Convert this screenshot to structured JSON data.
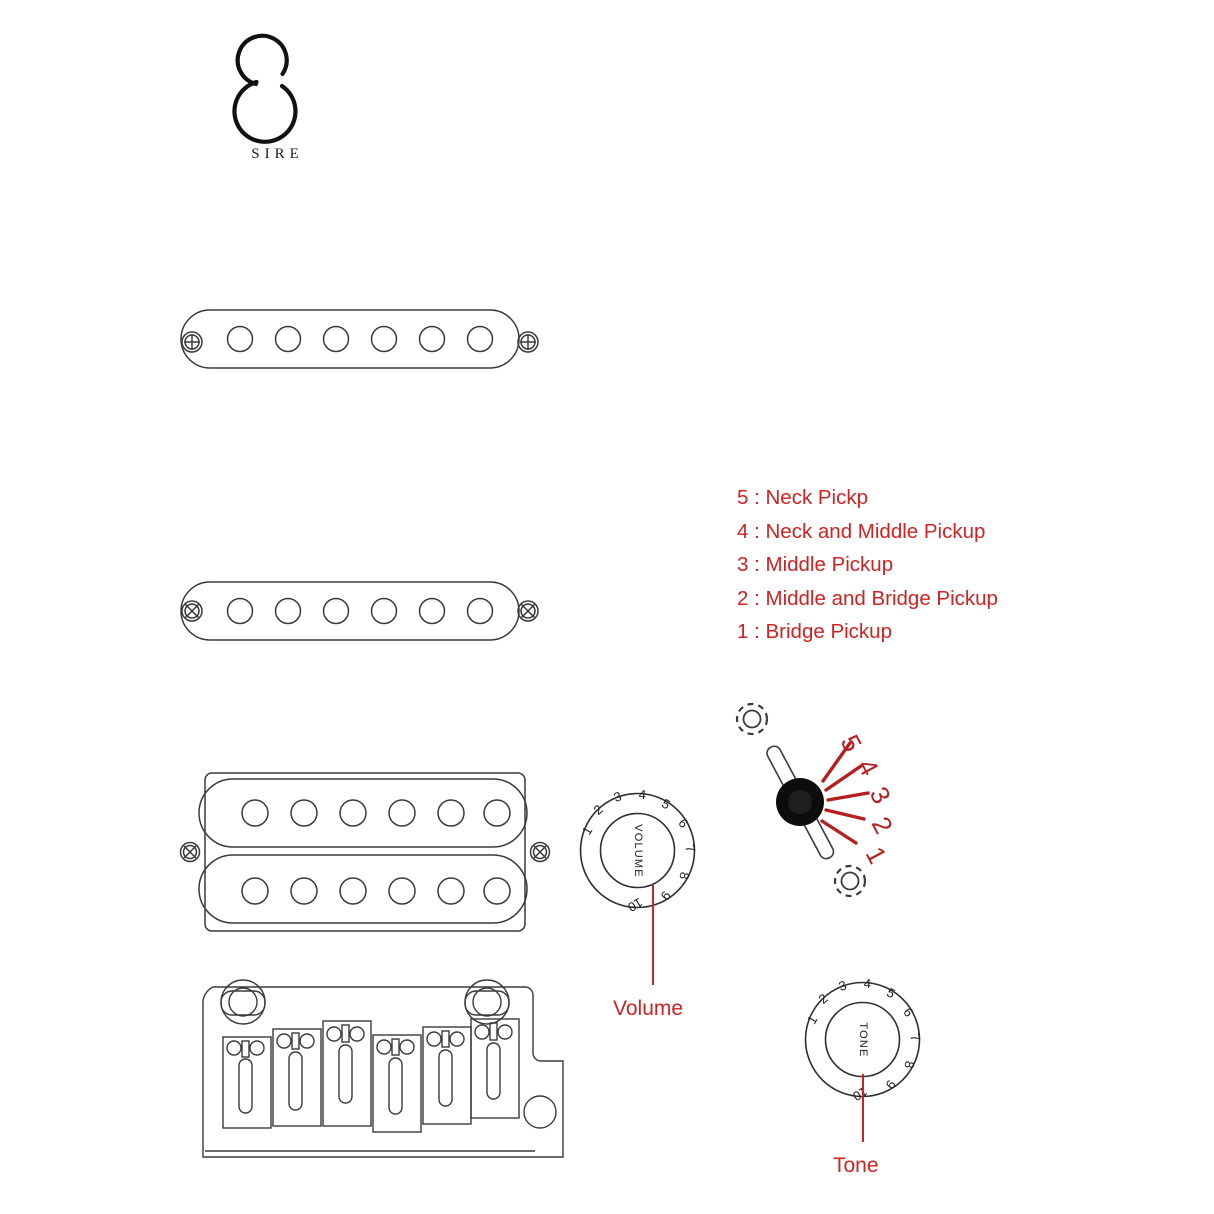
{
  "brand": {
    "wordmark": "SIRE",
    "logo_icon": "sire-s-monogram"
  },
  "diagram": {
    "title_present": false,
    "line_color": "#3a3a3a",
    "accent_color": "#cf2222"
  },
  "parts": [
    {
      "id": "neck-single-coil",
      "type": "single-coil-pickup",
      "pole_pieces": 6,
      "mounting_screws": 2
    },
    {
      "id": "middle-single-coil",
      "type": "single-coil-pickup",
      "pole_pieces": 6,
      "mounting_screws": 2
    },
    {
      "id": "bridge-humbucker",
      "type": "humbucker-pickup",
      "coils": 2,
      "pole_pieces_per_coil": 6,
      "mounting_screws": 2
    },
    {
      "id": "tremolo-bridge",
      "type": "bridge-assembly",
      "saddles": 6,
      "pivot_posts": 2
    }
  ],
  "legend": {
    "items": [
      "5 : Neck Pickp",
      "4 : Neck and Middle Pickup",
      "3 : Middle Pickup",
      "2 : Middle and Bridge Pickup",
      "1 : Bridge Pickup"
    ]
  },
  "controls": {
    "volume_knob": {
      "center_text": "VOLUME",
      "callout": "Volume",
      "markings": [
        "1",
        "2",
        "3",
        "4",
        "5",
        "6",
        "7",
        "8",
        "9",
        "10"
      ]
    },
    "tone_knob": {
      "center_text": "TONE",
      "callout": "Tone",
      "markings": [
        "1",
        "2",
        "3",
        "4",
        "5",
        "6",
        "7",
        "8",
        "9",
        "10"
      ]
    },
    "pickup_selector": {
      "type": "5-way-blade-switch",
      "positions": [
        "5",
        "4",
        "3",
        "2",
        "1"
      ],
      "mounting_screws": 2,
      "knob_color": "#0d0d0d"
    }
  }
}
